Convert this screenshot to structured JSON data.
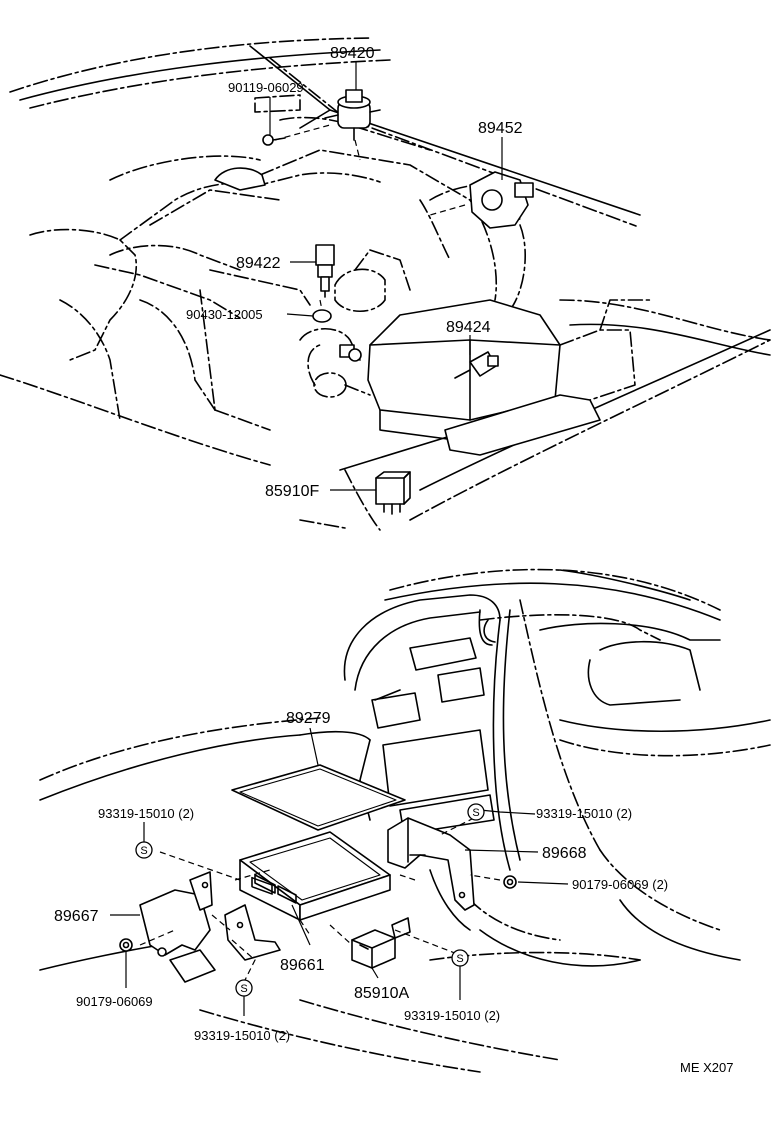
{
  "diagram_code": "ME X207",
  "service_symbol": "S",
  "parts": [
    {
      "id": "p1",
      "number": "89420"
    },
    {
      "id": "p2",
      "number": "90119-06029"
    },
    {
      "id": "p3",
      "number": "89452"
    },
    {
      "id": "p4",
      "number": "89422"
    },
    {
      "id": "p5",
      "number": "90430-12005"
    },
    {
      "id": "p6",
      "number": "89424"
    },
    {
      "id": "p7",
      "number": "85910F"
    },
    {
      "id": "p8",
      "number": "89279"
    },
    {
      "id": "p9",
      "number": "93319-15010 (2)"
    },
    {
      "id": "p10",
      "number": "93319-15010 (2)"
    },
    {
      "id": "p11",
      "number": "89668"
    },
    {
      "id": "p12",
      "number": "90179-06069 (2)"
    },
    {
      "id": "p13",
      "number": "89667"
    },
    {
      "id": "p14",
      "number": "89661"
    },
    {
      "id": "p15",
      "number": "85910A"
    },
    {
      "id": "p16",
      "number": "90179-06069"
    },
    {
      "id": "p17",
      "number": "93319-15010 (2)"
    },
    {
      "id": "p18",
      "number": "93319-15010 (2)"
    }
  ]
}
